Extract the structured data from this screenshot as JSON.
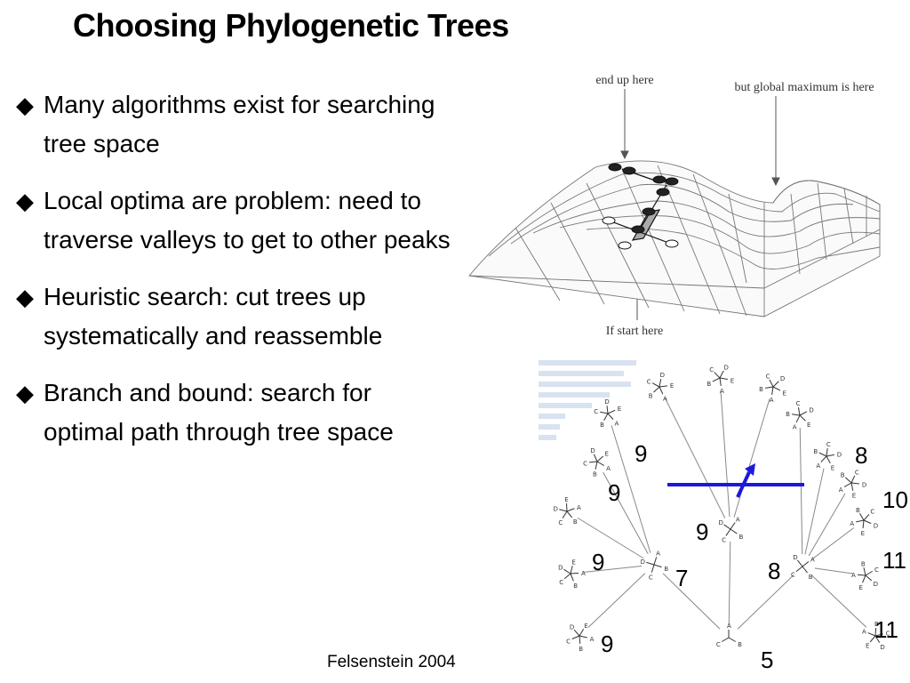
{
  "slide": {
    "title": "Choosing Phylogenetic Trees",
    "bullet_symbol": "◆",
    "bullets": [
      "Many algorithms exist for searching tree space",
      "Local optima are problem: need to traverse valleys to get to other peaks",
      "Heuristic search: cut trees up systematically and reassemble",
      "Branch and bound: search for optimal path through tree space"
    ],
    "credit": "Felsenstein 2004"
  },
  "landscape": {
    "label_end": "end up here",
    "label_global": "but global maximum is here",
    "label_start": "If start here"
  },
  "tree_search": {
    "scores": {
      "root": "5",
      "left_mid": "7",
      "center": "9",
      "right_mid": "8",
      "left_1": "9",
      "left_2": "9",
      "left_3": "9",
      "left_4": "9",
      "right_top": "8",
      "right_2": "10",
      "right_3": "11",
      "right_4": "11"
    },
    "colors": {
      "bound_line": "#1a1adb",
      "arrow": "#1a1adb"
    }
  }
}
